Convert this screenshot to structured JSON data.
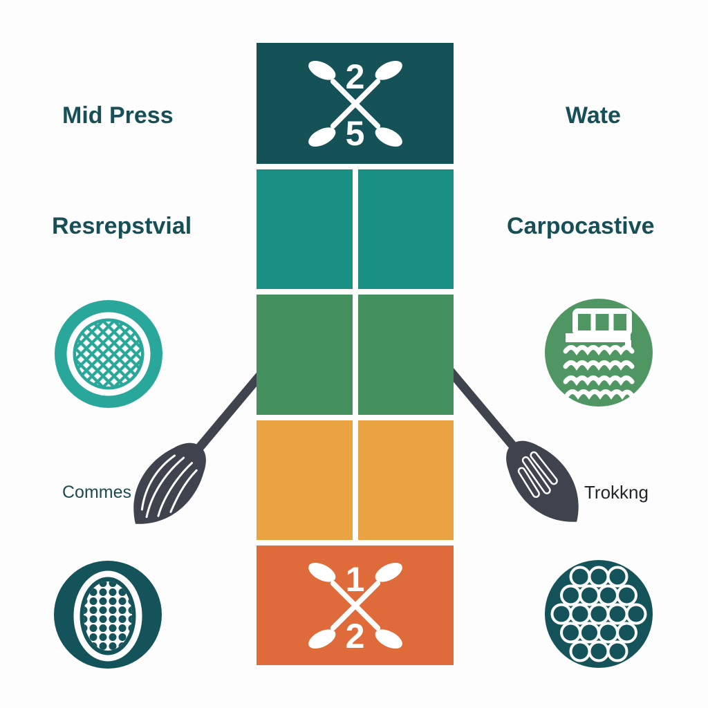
{
  "labels": {
    "top_left": "Mid Press",
    "top_right": "Wate",
    "upper_left": "Resrepstvial",
    "upper_right": "Carpocastive",
    "lower_left": "Commes",
    "lower_right": "Trokkng"
  },
  "column": {
    "rows": [
      {
        "type": "banner",
        "color": "#155257",
        "icon": "crossed-paddles-icon",
        "top_number": "2",
        "bottom_number": "5"
      },
      {
        "type": "split",
        "color": "#1b9185"
      },
      {
        "type": "split",
        "color": "#44905e"
      },
      {
        "type": "split",
        "color": "#eaa343"
      },
      {
        "type": "banner",
        "color": "#e06b3a",
        "icon": "crossed-paddles-icon",
        "top_number": "1",
        "bottom_number": "2"
      }
    ]
  },
  "icons": {
    "strainer": {
      "name": "strainer-icon",
      "color": "#2aa79b"
    },
    "boat": {
      "name": "boat-waves-icon",
      "color": "#4f9663"
    },
    "egg": {
      "name": "egg-grid-icon",
      "color": "#14535a"
    },
    "bubbles": {
      "name": "bubble-cluster-icon",
      "color": "#14535a"
    }
  },
  "paddle": {
    "color": "#3e434d"
  },
  "text_colors": {
    "heading": "#174f56",
    "caption_left": "#1c4b4f",
    "caption_right": "#22262b"
  },
  "misc_colors": {
    "icon_glyph": "#ffffff",
    "background": "#fdfdfd"
  }
}
